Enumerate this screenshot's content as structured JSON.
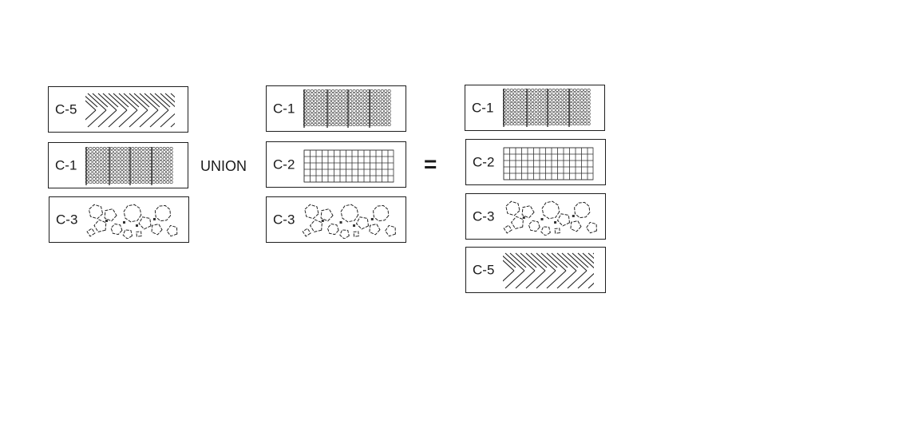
{
  "operator_label": "UNION",
  "equals_label": "=",
  "left_set": [
    {
      "label": "C-5",
      "pattern": "herringbone-icon"
    },
    {
      "label": "C-1",
      "pattern": "dot-column-grid-icon"
    },
    {
      "label": "C-3",
      "pattern": "polygon-mosaic-icon"
    }
  ],
  "right_set": [
    {
      "label": "C-1",
      "pattern": "dot-column-grid-icon"
    },
    {
      "label": "C-2",
      "pattern": "square-grid-icon"
    },
    {
      "label": "C-3",
      "pattern": "polygon-mosaic-icon"
    }
  ],
  "result_set": [
    {
      "label": "C-1",
      "pattern": "dot-column-grid-icon"
    },
    {
      "label": "C-2",
      "pattern": "square-grid-icon"
    },
    {
      "label": "C-3",
      "pattern": "polygon-mosaic-icon"
    },
    {
      "label": "C-5",
      "pattern": "herringbone-icon"
    }
  ]
}
